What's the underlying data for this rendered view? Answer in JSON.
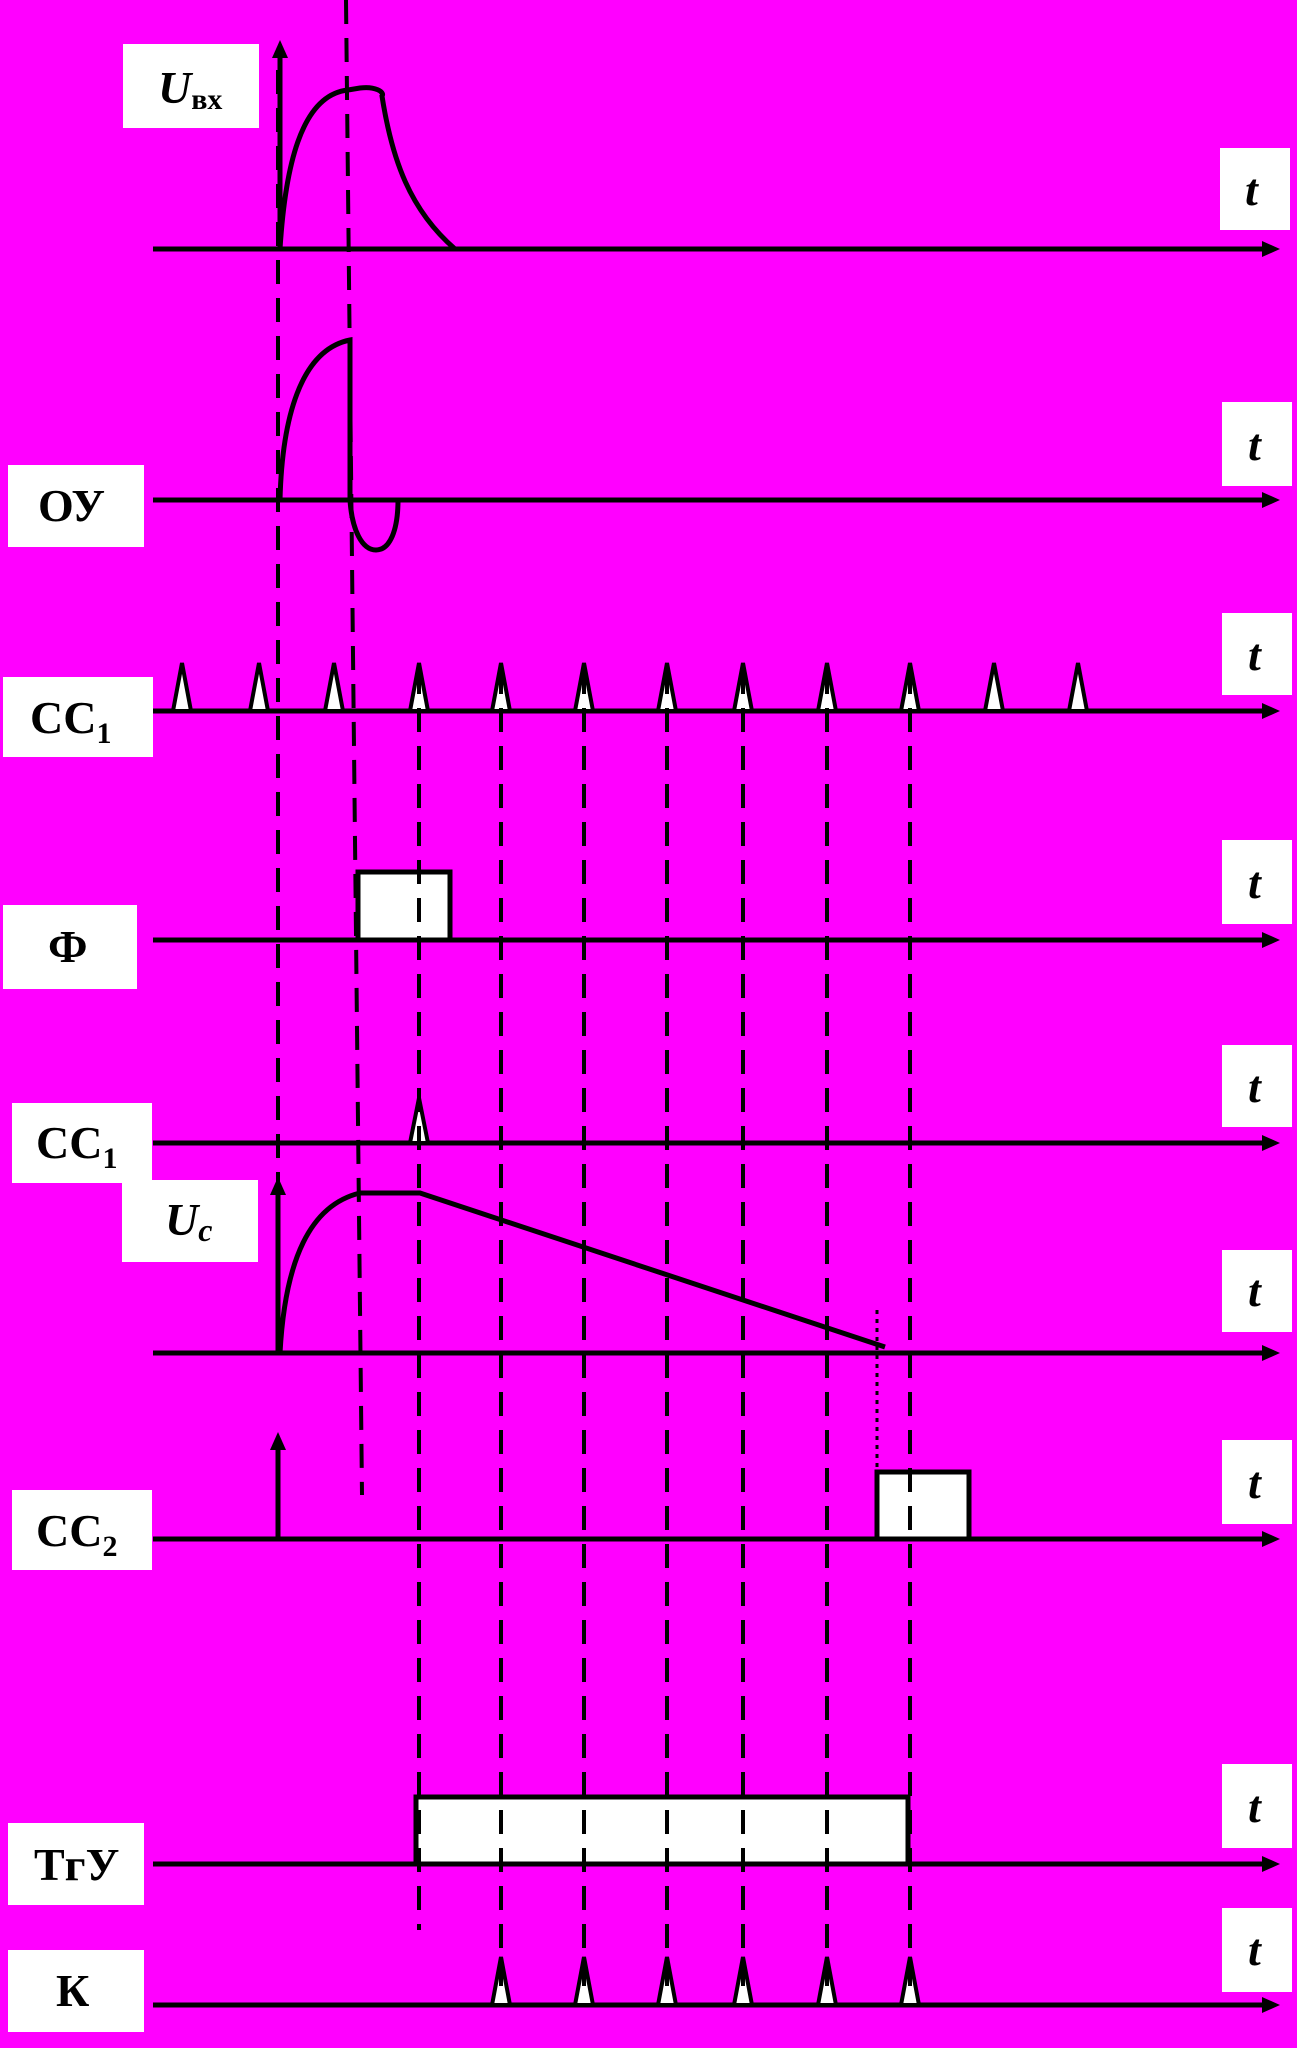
{
  "labels": {
    "uin_main": "U",
    "uin_sub": "вх",
    "ou": "ОУ",
    "cc1_a_main": "СС",
    "cc1_a_sub": "1",
    "f": "Ф",
    "cc1_b_main": "СС",
    "cc1_b_sub": "1",
    "uc_main": "U",
    "uc_sub": "c",
    "cc2_main": "СС",
    "cc2_sub": "2",
    "tgu": "ТгУ",
    "k": "К"
  },
  "time_label": "t",
  "colors": {
    "background": "#ff00ff",
    "label_box": "#ffffff",
    "line": "#000000"
  }
}
